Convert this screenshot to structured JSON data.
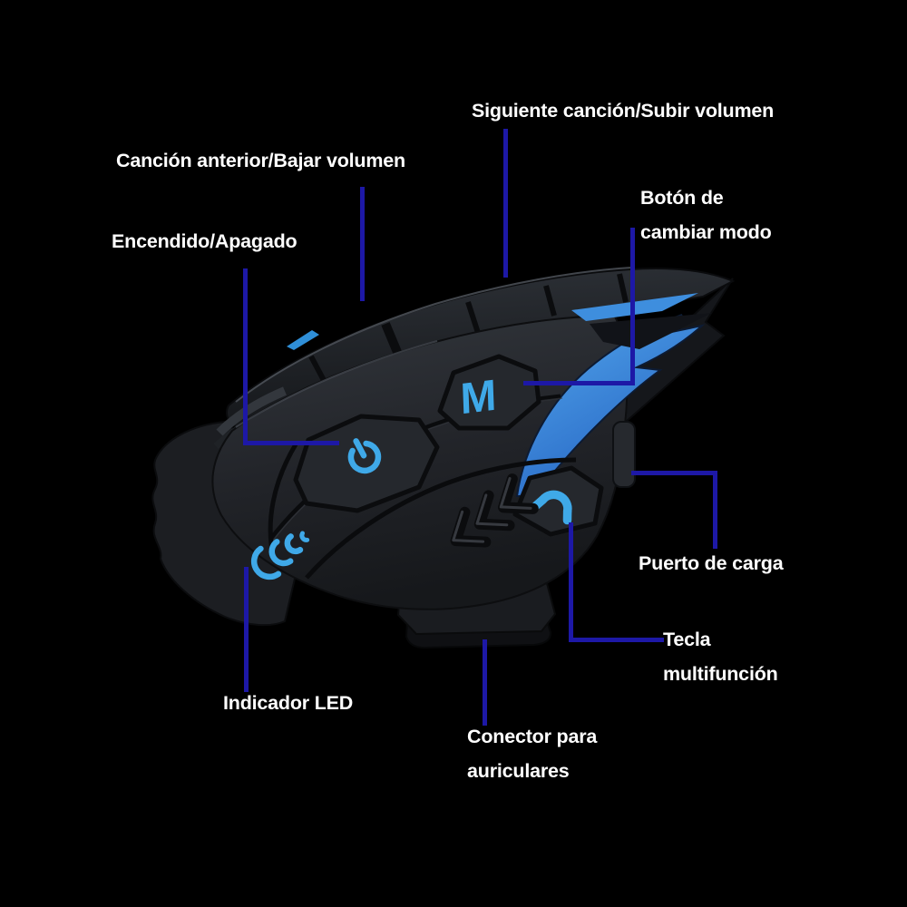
{
  "colors": {
    "background": "#000000",
    "label_text": "#ffffff",
    "leader_line": "#1d18a6",
    "accent_blue": "#3fa9e8",
    "fin_blue_light": "#55a9ee",
    "fin_blue_dark": "#2463c2"
  },
  "labels": {
    "next_song": "Siguiente canción/Subir volumen",
    "previous_song": "Canción anterior/Bajar volumen",
    "power": "Encendido/Apagado",
    "mode_button_line1": "Botón de",
    "mode_button_line2": "cambiar modo",
    "charge_port": "Puerto de carga",
    "multifunction_line1": "Tecla",
    "multifunction_line2": "multifunción",
    "led_indicator": "Indicador LED",
    "headphone_connector_line1": "Conector para",
    "headphone_connector_line2": "auriculares"
  },
  "device": {
    "mode_button_glyph": "M"
  }
}
